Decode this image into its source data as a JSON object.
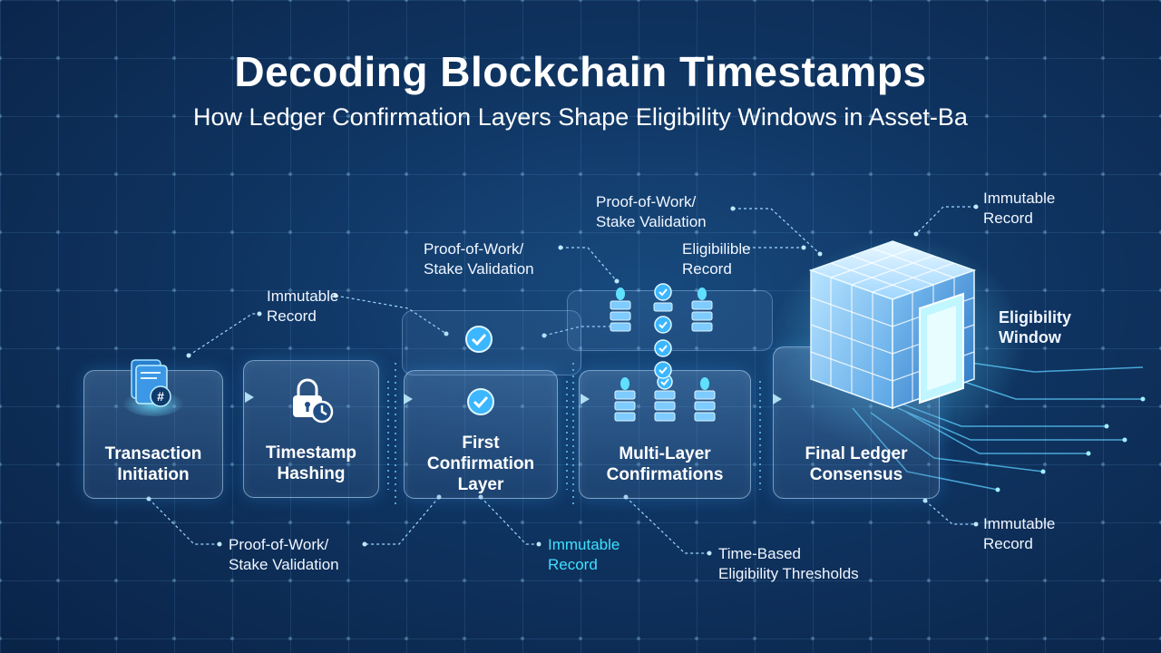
{
  "header": {
    "title": "Decoding Blockchain Timestamps",
    "subtitle": "How Ledger Confirmation Layers Shape Eligibility Windows in Asset-Ba"
  },
  "stages": [
    {
      "label_line1": "Transaction",
      "label_line2": "Initiation"
    },
    {
      "label_line1": "Timestamp",
      "label_line2": "Hashing"
    },
    {
      "label_line1": "First",
      "label_line2": "Confirmation",
      "label_line3": "Layer"
    },
    {
      "label_line1": "Multi-Layer",
      "label_line2": "Confirmations"
    },
    {
      "label_line1": "Final Ledger",
      "label_line2": "Consensus"
    }
  ],
  "annotations": {
    "pow_top_right": {
      "line1": "Proof-of-Work/",
      "line2": "Stake Validation"
    },
    "immutable_top_right": {
      "line1": "Immutable",
      "line2": "Record"
    },
    "eligibilible_record": {
      "line1": "Eligibilible",
      "line2": "Record"
    },
    "pow_top_mid": {
      "line1": "Proof-of-Work/",
      "line2": "Stake Validation"
    },
    "immutable_top_left": {
      "line1": "Immutable",
      "line2": "Record"
    },
    "eligibility_window": {
      "line1": "Eligibility",
      "line2": "Window"
    },
    "pow_bottom": {
      "line1": "Proof-of-Work/",
      "line2": "Stake Validation"
    },
    "immutable_bottom_cyan": {
      "line1": "Immutable",
      "line2": "Record"
    },
    "time_based": {
      "line1": "Time-Based",
      "line2": "Eligibility Thresholds"
    },
    "immutable_bottom_right": {
      "line1": "Immutable",
      "line2": "Record"
    }
  },
  "icons": {
    "document": "document-hash-icon",
    "lock_clock": "lock-clock-icon",
    "check": "check-circle-icon",
    "stack": "block-stack-icon",
    "cube": "ledger-cube-icon"
  },
  "colors": {
    "accent_cyan": "#3fe0ff",
    "background": "#0f3461"
  }
}
